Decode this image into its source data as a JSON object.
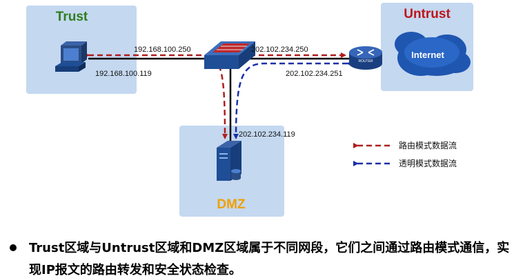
{
  "zones": {
    "trust": {
      "title": "Trust",
      "color": "#2e7d1e"
    },
    "untrust": {
      "title": "Untrust",
      "color": "#c0141a"
    },
    "dmz": {
      "title": "DMZ",
      "color": "#f0a000"
    }
  },
  "cloud_label": "Internet",
  "router_label": "ROUTER",
  "ips": {
    "firewall_trust": "192.168.100.250",
    "pc": "192.168.100.119",
    "firewall_untrust": "202.102.234.250",
    "router": "202.102.234.251",
    "server": "202.102.234.119"
  },
  "legend": {
    "route_mode": {
      "label": "路由模式数据流",
      "color": "#b01c1c"
    },
    "transparent_mode": {
      "label": "透明模式数据流",
      "color": "#1a2fa8"
    }
  },
  "bullet_text": "Trust区域与Untrust区域和DMZ区域属于不同网段，它们之间通过路由模式通信，实现IP报文的路由转发和安全状态检查。"
}
